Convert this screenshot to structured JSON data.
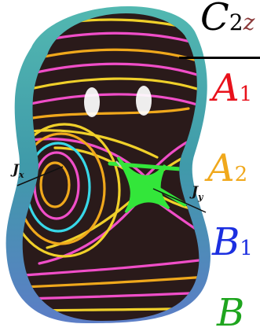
{
  "header": {
    "symbol": "C",
    "sub_digit": "2",
    "sub_axis": "z"
  },
  "labels": {
    "jx": {
      "letter": "J",
      "sub": "x"
    },
    "jy": {
      "letter": "J",
      "sub": "y"
    }
  },
  "irreps": [
    {
      "letter": "A",
      "sub": "1",
      "color": "#e8111b"
    },
    {
      "letter": "A",
      "sub": "2",
      "color": "#f0a81c"
    },
    {
      "letter": "B",
      "sub": "1",
      "color": "#1b2fe0"
    },
    {
      "letter": "B",
      "sub": "",
      "color": "#1ea51e"
    }
  ],
  "colors": {
    "background_blob": "#2a8fa0",
    "body": "#2a1a1a",
    "pink": "#f04ec8",
    "yellow": "#f0d02a",
    "orange": "#f09a2a",
    "cyan": "#38d8e8",
    "green": "#33e63a"
  }
}
